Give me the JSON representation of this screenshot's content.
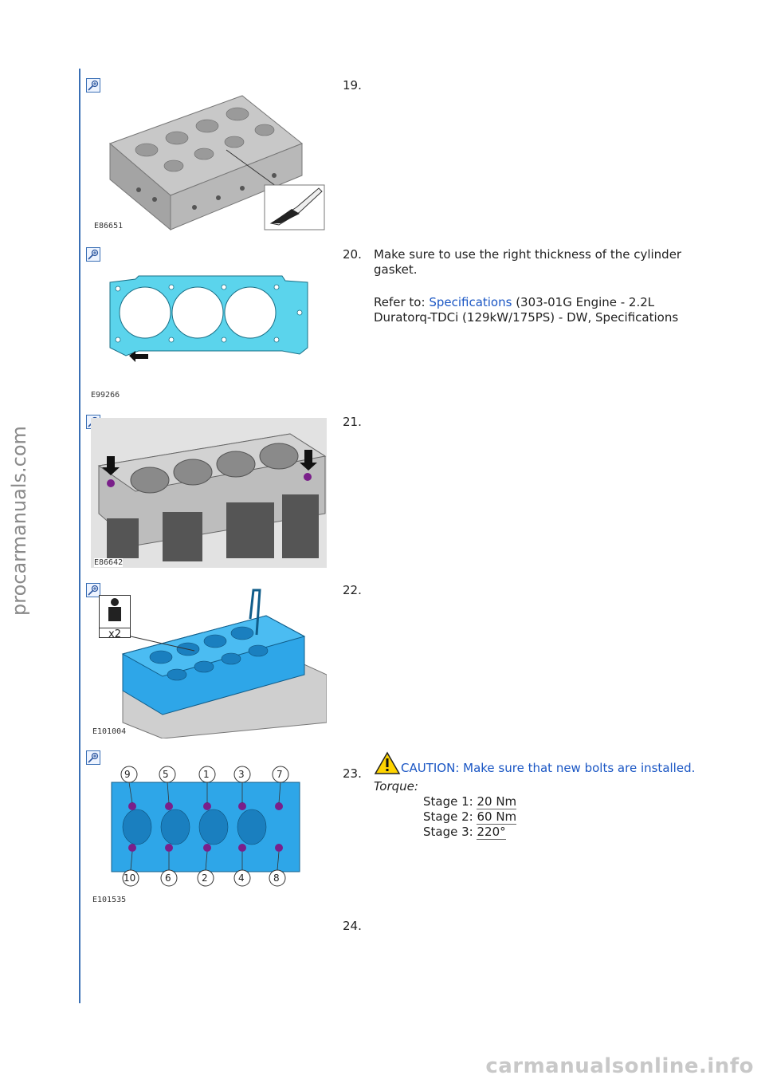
{
  "watermark_side": "procarmanuals.com",
  "watermark_bottom": "carmanualsonline.info",
  "page_footer": "",
  "steps": [
    {
      "number": "19.",
      "figure_code": "E86651"
    },
    {
      "number": "20.",
      "figure_code": "E99266",
      "text": "Make sure to use the right thickness of the cylinder gasket.",
      "refer_prefix": "Refer to: ",
      "refer_link": "Specifications",
      "refer_suffix": " (303-01G Engine - 2.2L Duratorq-TDCi (129kW/175PS) - DW, Specifications"
    },
    {
      "number": "21.",
      "figure_code": "E86642"
    },
    {
      "number": "22.",
      "figure_code": "E101004",
      "badge": "x2"
    },
    {
      "number": "23.",
      "figure_code": "E101535",
      "caution": "CAUTION: Make sure that new bolts are installed.",
      "torque_label": "Torque:",
      "stages": [
        {
          "label": "Stage 1: ",
          "value": "20 Nm"
        },
        {
          "label": "Stage 2: ",
          "value": "60 Nm"
        },
        {
          "label": "Stage 3: ",
          "value": "220°"
        }
      ],
      "bolt_labels_top": [
        "9",
        "5",
        "1",
        "3",
        "7"
      ],
      "bolt_labels_bottom": [
        "10",
        "6",
        "2",
        "4",
        "8"
      ]
    },
    {
      "number": "24."
    }
  ]
}
